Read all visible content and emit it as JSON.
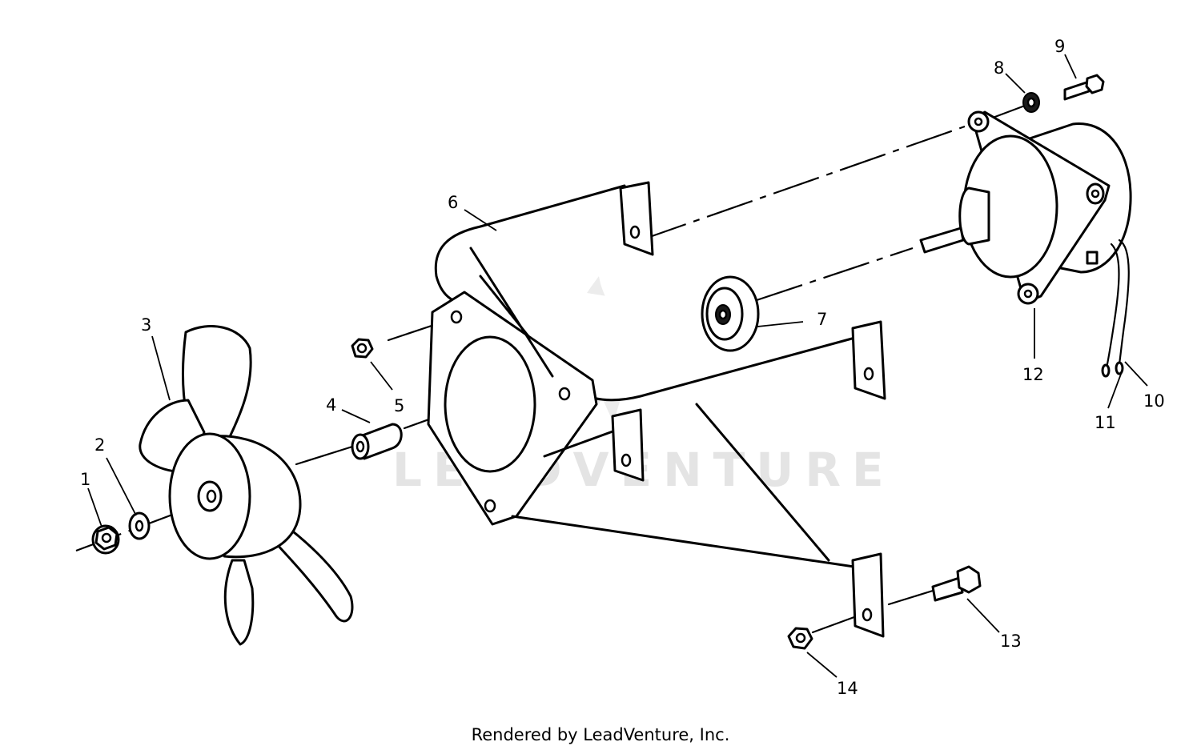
{
  "diagram": {
    "callouts": [
      "1",
      "2",
      "3",
      "4",
      "5",
      "6",
      "7",
      "8",
      "9",
      "10",
      "11",
      "12",
      "13",
      "14"
    ],
    "watermark": "LEADVENTURE",
    "footer": "Rendered by LeadVenture, Inc."
  }
}
